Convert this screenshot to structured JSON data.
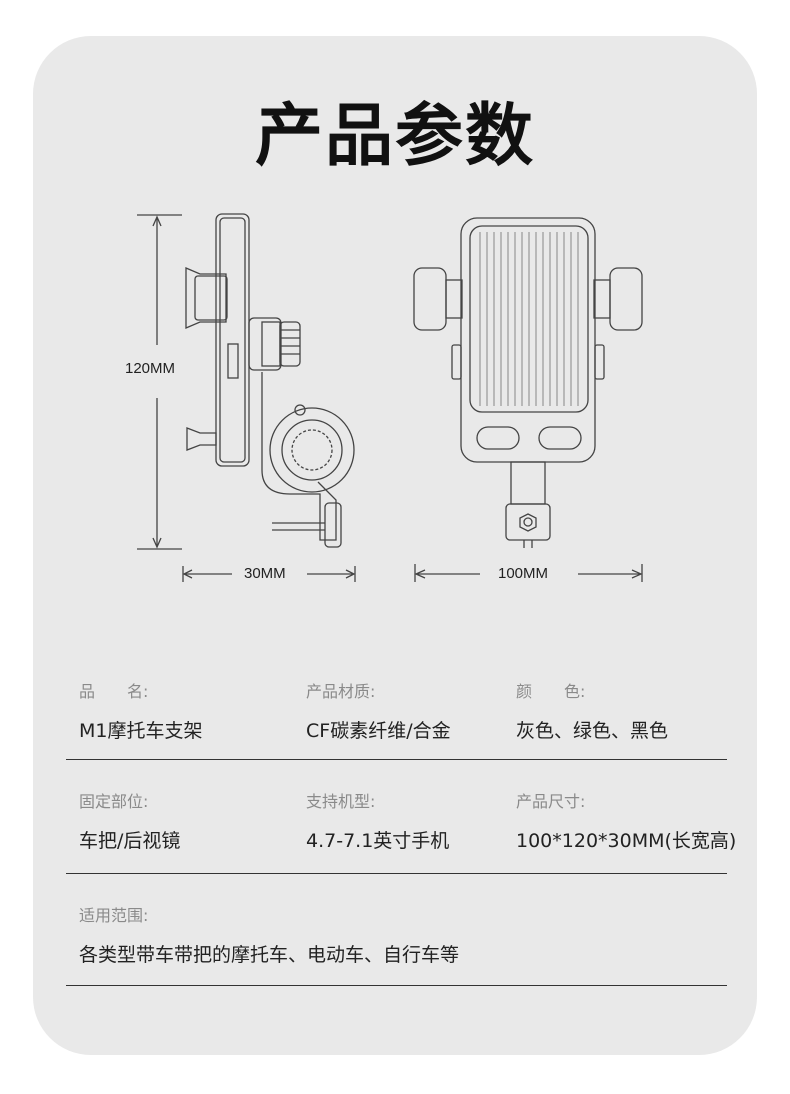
{
  "title": "产品参数",
  "dimensions": {
    "height": "120MM",
    "depth": "30MM",
    "width": "100MM"
  },
  "specs": {
    "rows": [
      [
        {
          "label": "品　　名:",
          "value": "M1摩托车支架"
        },
        {
          "label": "产品材质:",
          "value": "CF碳素纤维/合金"
        },
        {
          "label": "颜　　色:",
          "value": "灰色、绿色、黑色"
        }
      ],
      [
        {
          "label": "固定部位:",
          "value": "车把/后视镜"
        },
        {
          "label": "支持机型:",
          "value": "4.7-7.1英寸手机"
        },
        {
          "label": "产品尺寸:",
          "value": "100*120*30MM(长宽高)"
        }
      ],
      [
        {
          "label": "适用范围:",
          "value": "各类型带车带把的摩托车、电动车、自行车等"
        }
      ]
    ]
  },
  "colors": {
    "background": "#e9e9e9",
    "line": "#333333",
    "label": "#8a8a8a",
    "text": "#222222"
  }
}
